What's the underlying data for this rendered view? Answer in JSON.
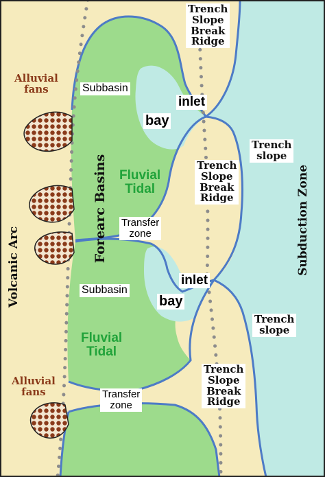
{
  "labels": {
    "trench_slope_break_ridge_top": "Trench\nSlope\nBreak\nRidge",
    "trench_slope_break_ridge_mid": "Trench\nSlope\nBreak\nRidge",
    "trench_slope_break_ridge_bottom": "Trench\nSlope\nBreak\nRidge",
    "alluvial_fans_top": "Alluvial\nfans",
    "alluvial_fans_bottom": "Alluvial\nfans",
    "subbasin_top": "Subbasin",
    "subbasin_bottom": "Subbasin",
    "inlet_top": "inlet",
    "inlet_bottom": "inlet",
    "bay_top": "bay",
    "bay_bottom": "bay",
    "trench_slope_top": "Trench\nslope",
    "trench_slope_bottom": "Trench\nslope",
    "forearc_basins": "Forearc Basins",
    "fluvial_tidal_top": "Fluvial\nTidal",
    "fluvial_tidal_bottom": "Fluvial\nTidal",
    "transfer_zone_top": "Transfer\nzone",
    "transfer_zone_bottom": "Transfer\nzone",
    "subduction_zone": "Subduction Zone",
    "volcanic_arc": "Volcanic Arc"
  },
  "colors": {
    "background_sand": "#f6ebbd",
    "basin_green": "#9ddb8c",
    "water_cyan": "#bfeae4",
    "shoreline_blue": "#4d7bc6",
    "dotted_line": "#8c8c8c",
    "fan_brown": "#8a3a1a",
    "label_green": "#21a33a",
    "frame": "#222222"
  }
}
